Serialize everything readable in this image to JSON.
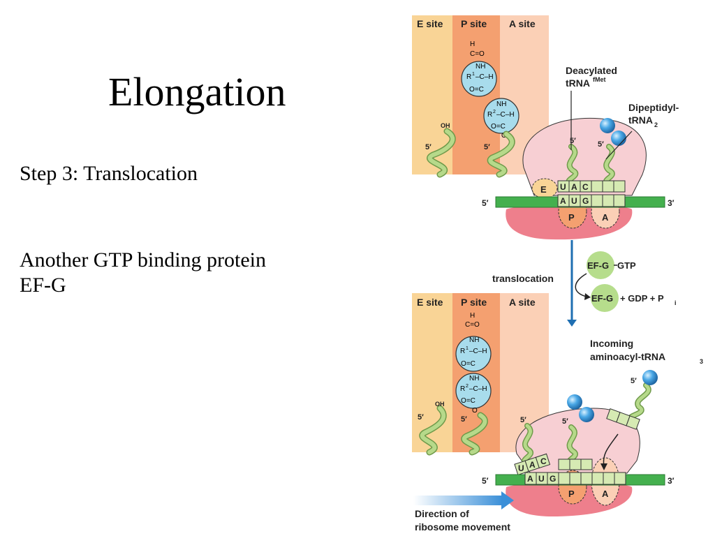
{
  "slide": {
    "title": "Elongation",
    "step": "Step 3: Translocation",
    "note_line1": "Another GTP binding protein",
    "note_line2": "EF-G"
  },
  "figure": {
    "sites": {
      "e": "E site",
      "p": "P site",
      "a": "A site"
    },
    "chem_top": {
      "h": "H",
      "c_o": "C=O",
      "nh1": "NH",
      "r1": "R",
      "r1_sup": "1",
      "c_h": "–C–H",
      "o_c1": "O=C",
      "nh2": "NH",
      "r2": "R",
      "r2_sup": "2",
      "o_c2": "O=C",
      "o": "O"
    },
    "oh": "OH",
    "five_prime": "5′",
    "three_prime": "3′",
    "deacylated_line1": "Deacylated",
    "deacylated_line2": "tRNA",
    "deacylated_sup": "fMet",
    "dipeptidyl_line1": "Dipeptidyl-",
    "dipeptidyl_line2": "tRNA",
    "dipeptidyl_sub": "2",
    "codons_top": [
      "U",
      "A",
      "C"
    ],
    "codons_bottom": [
      "A",
      "U",
      "G"
    ],
    "ribo_sites": {
      "e": "E",
      "p": "P",
      "a": "A"
    },
    "translocation": "translocation",
    "efg": "EF-G",
    "gtp": "GTP",
    "gdp_pi": "+ GDP + P",
    "pi_sub": "i",
    "incoming_line1": "Incoming",
    "incoming_line2": "aminoacyl-tRNA",
    "incoming_sub": "3",
    "direction_line1": "Direction of",
    "direction_line2": "ribosome movement",
    "colors": {
      "e_site": "#f9d496",
      "p_site": "#f4a070",
      "a_site": "#fbd0b6",
      "ribosome_large": "#f7cfd3",
      "ribosome_small": "#ee7f8c",
      "mrna": "#44b04e",
      "trna": "#b6d98a",
      "amino_acid": "#a8dcec",
      "efg": "#b6dd8c",
      "arrow": "#1f6fb2"
    }
  }
}
